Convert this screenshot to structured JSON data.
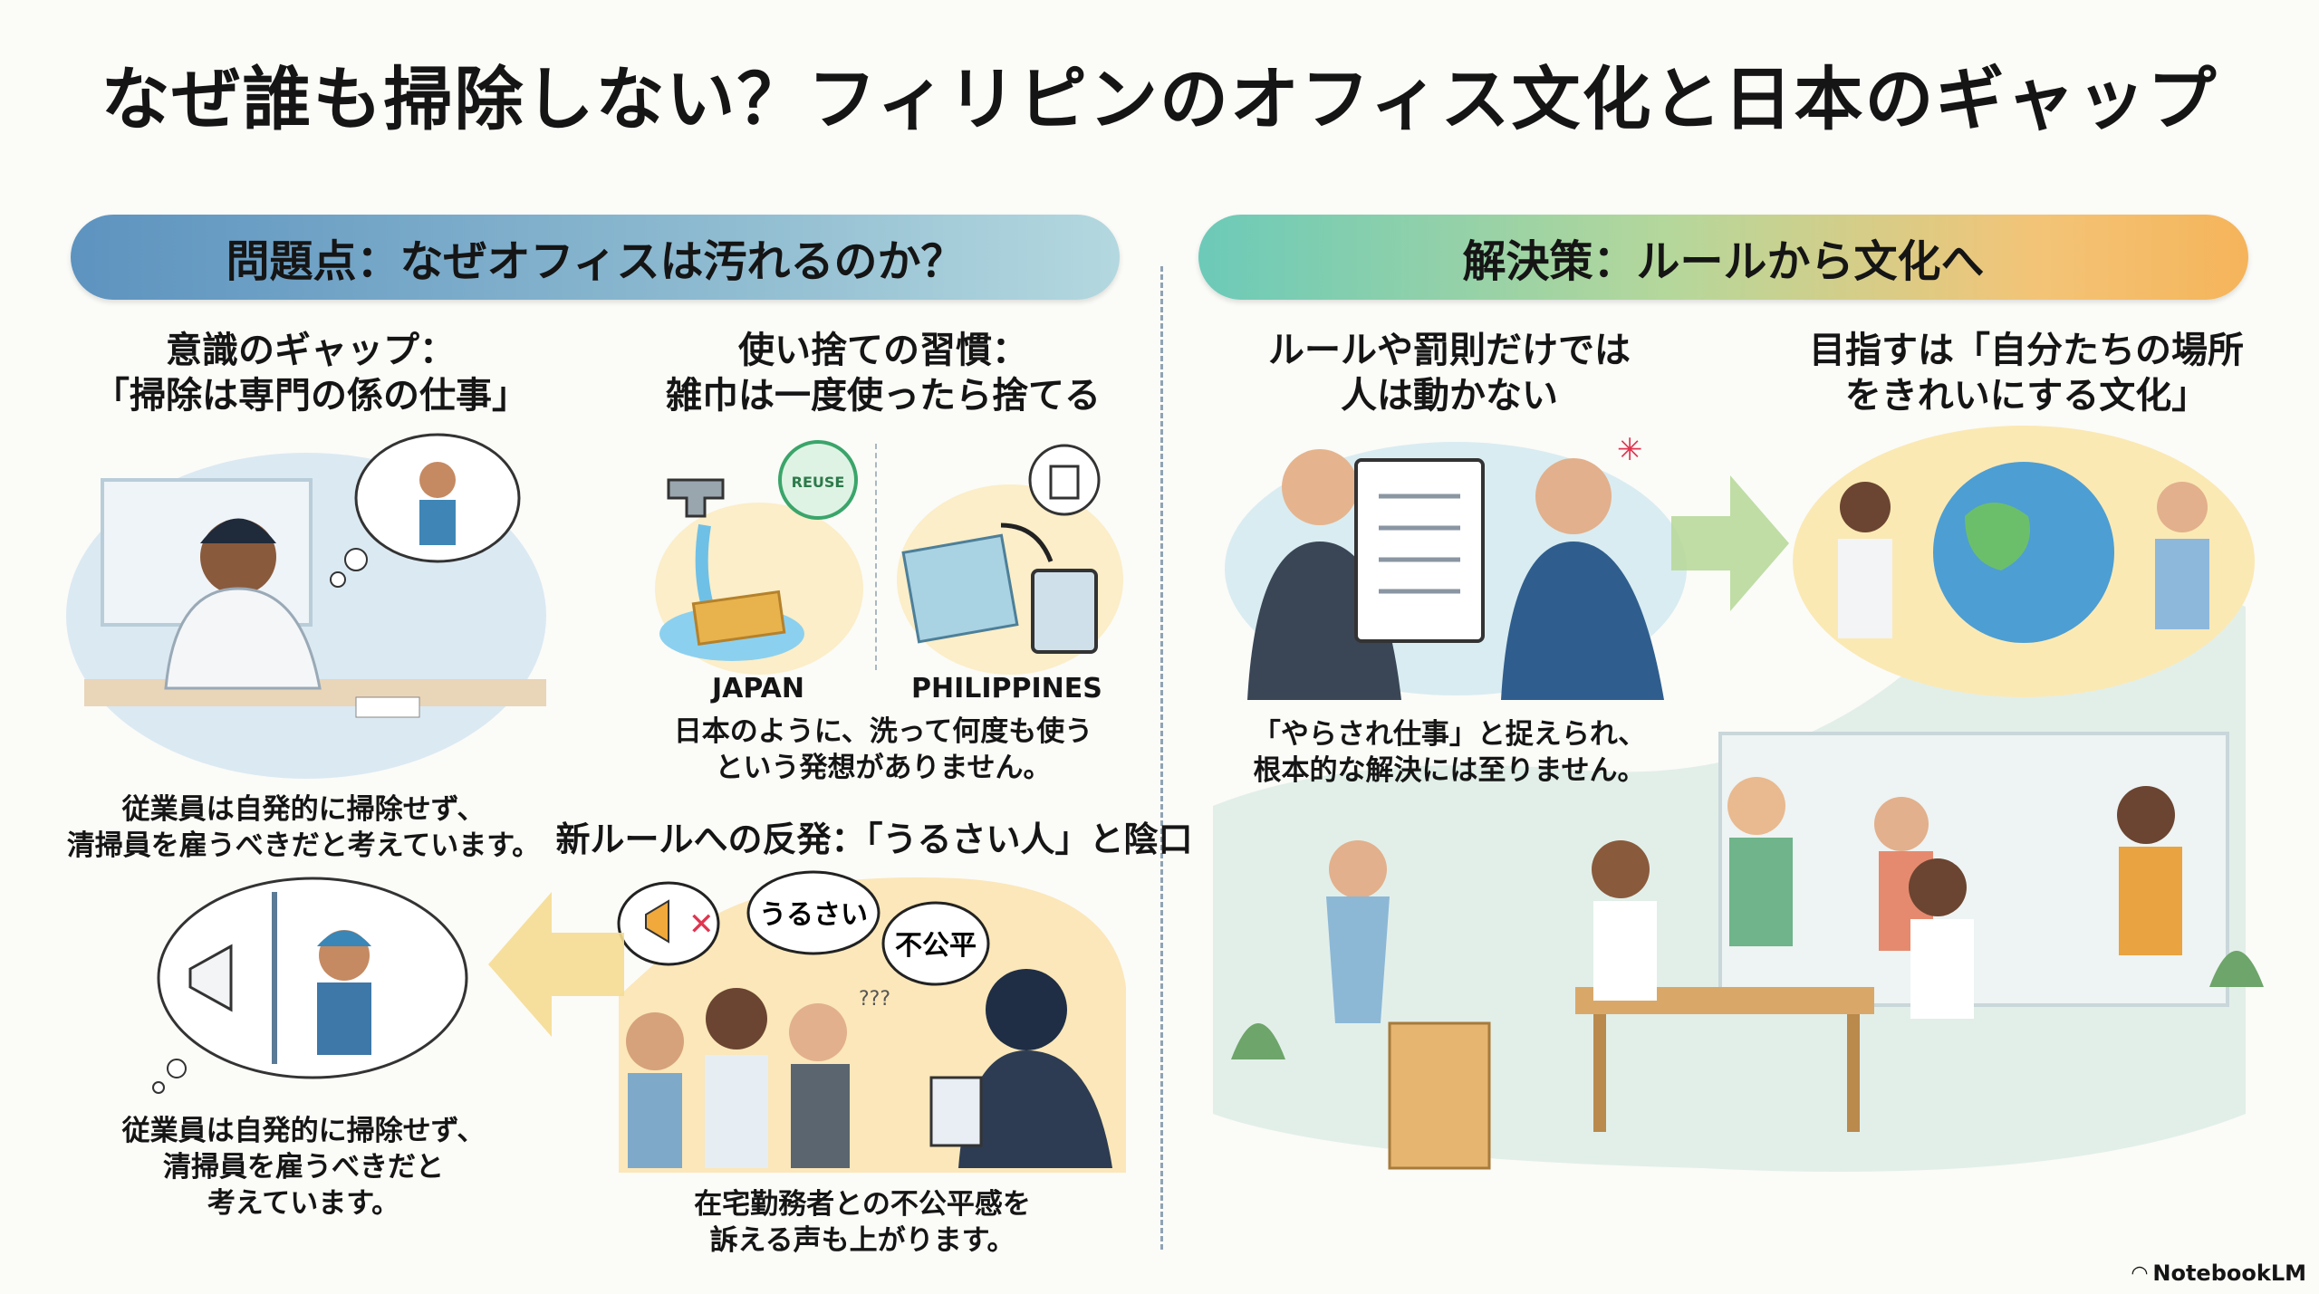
{
  "title": "なぜ誰も掃除しない？フィリピンのオフィス文化と日本のギャップ",
  "problem": {
    "header": "問題点：なぜオフィスは汚れるのか？",
    "gap": {
      "heading_line1": "意識のギャップ：",
      "heading_line2": "「掃除は専門の係の仕事」",
      "caption_line1": "従業員は自発的に掃除せず、",
      "caption_line2": "清掃員を雇うべきだと考えています。"
    },
    "disposable": {
      "heading_line1": "使い捨ての習慣：",
      "heading_line2": "雑巾は一度使ったら捨てる",
      "icon_text": "REUSE",
      "label_japan": "JAPAN",
      "label_philippines": "PHILIPPINES",
      "caption_line1": "日本のように、洗って何度も使う",
      "caption_line2": "という発想がありません。"
    },
    "backlash": {
      "heading": "新ルールへの反発：「うるさい人」と陰口",
      "bubble_1": "うるさい",
      "bubble_2": "不公平",
      "confused": "???",
      "caption_line1": "在宅勤務者との不公平感を",
      "caption_line2": "訴える声も上がります。"
    },
    "cleaner": {
      "caption_line1": "従業員は自発的に掃除せず、",
      "caption_line2": "清掃員を雇うべきだと",
      "caption_line3": "考えています。"
    }
  },
  "solution": {
    "header": "解決策：ルールから文化へ",
    "rules": {
      "heading_line1": "ルールや罰則だけでは",
      "heading_line2": "人は動かない",
      "caption_line1": "「やらされ仕事」と捉えられ、",
      "caption_line2": "根本的な解決には至りません。"
    },
    "culture": {
      "heading_line1": "目指すは「自分たちの場所",
      "heading_line2": "をきれいにする文化」"
    }
  },
  "brand": "NotebookLM",
  "colors": {
    "blue_pill": "#5d93bf",
    "green_pill": "#6ccab8",
    "orange_pill": "#f5b45a",
    "arrow_yellow": "#f3d98a",
    "arrow_green": "#a8d59a"
  }
}
